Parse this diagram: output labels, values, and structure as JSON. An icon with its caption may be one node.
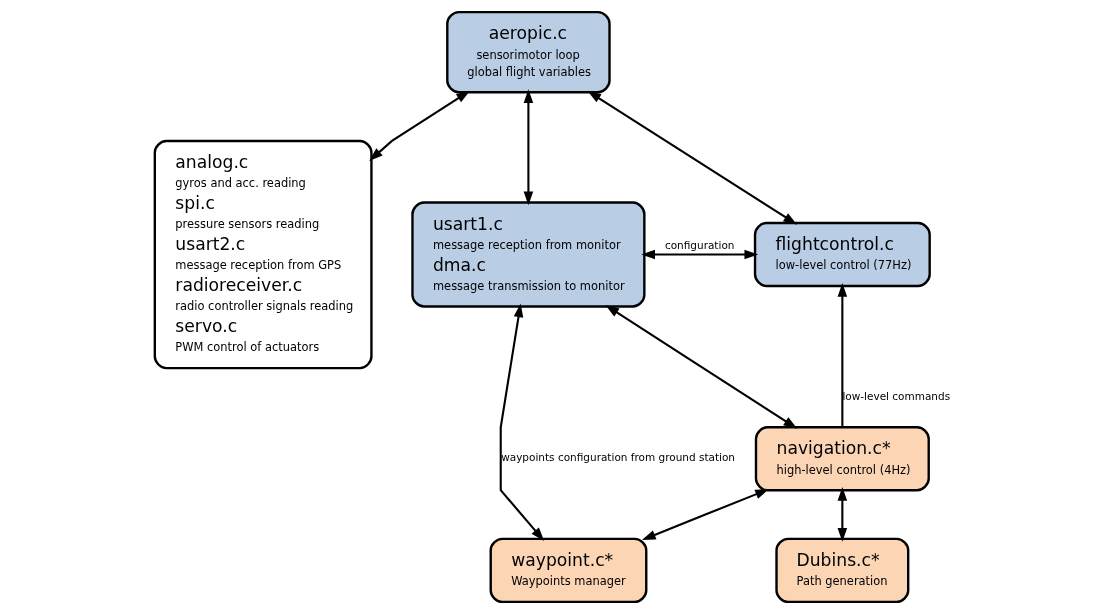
{
  "diagram": {
    "nodes": [
      {
        "text": [
          "aeropic.c",
          "sensorimotor loop",
          "global flight variables"
        ]
      },
      {
        "text": [
          "analog.c",
          "gyros and acc. reading",
          "spi.c",
          "pressure sensors reading",
          "usart2.c",
          "message reception from GPS",
          "radioreceiver.c",
          "radio controller signals reading",
          "servo.c",
          "PWM control of actuators"
        ]
      },
      {
        "text": [
          "usart1.c",
          "message reception from monitor",
          "dma.c",
          "message transmission to monitor"
        ]
      },
      {
        "text": [
          "flightcontrol.c",
          "low-level control (77Hz)"
        ]
      },
      {
        "text": [
          "navigation.c*",
          "high-level control (4Hz)"
        ]
      },
      {
        "text": [
          "waypoint.c*",
          "Waypoints manager"
        ]
      },
      {
        "text": [
          "Dubins.c*",
          "Path generation"
        ]
      }
    ],
    "edges": [
      {
        "from": 0,
        "to": 1,
        "arrow": "both"
      },
      {
        "from": 0,
        "to": 2,
        "arrow": "both"
      },
      {
        "from": 0,
        "to": 3,
        "arrow": "both"
      },
      {
        "from": 2,
        "to": 3,
        "arrow": "both",
        "label": "configuration"
      },
      {
        "from": 2,
        "to": 4,
        "arrow": "both"
      },
      {
        "from": 4,
        "to": 3,
        "arrow": "to",
        "label": "low-level commands"
      },
      {
        "from": 4,
        "to": 5,
        "arrow": "both"
      },
      {
        "from": 4,
        "to": 6,
        "arrow": "both"
      },
      {
        "from": 2,
        "to": 5,
        "arrow": "both",
        "label": "waypoints configuration from ground station"
      }
    ]
  }
}
